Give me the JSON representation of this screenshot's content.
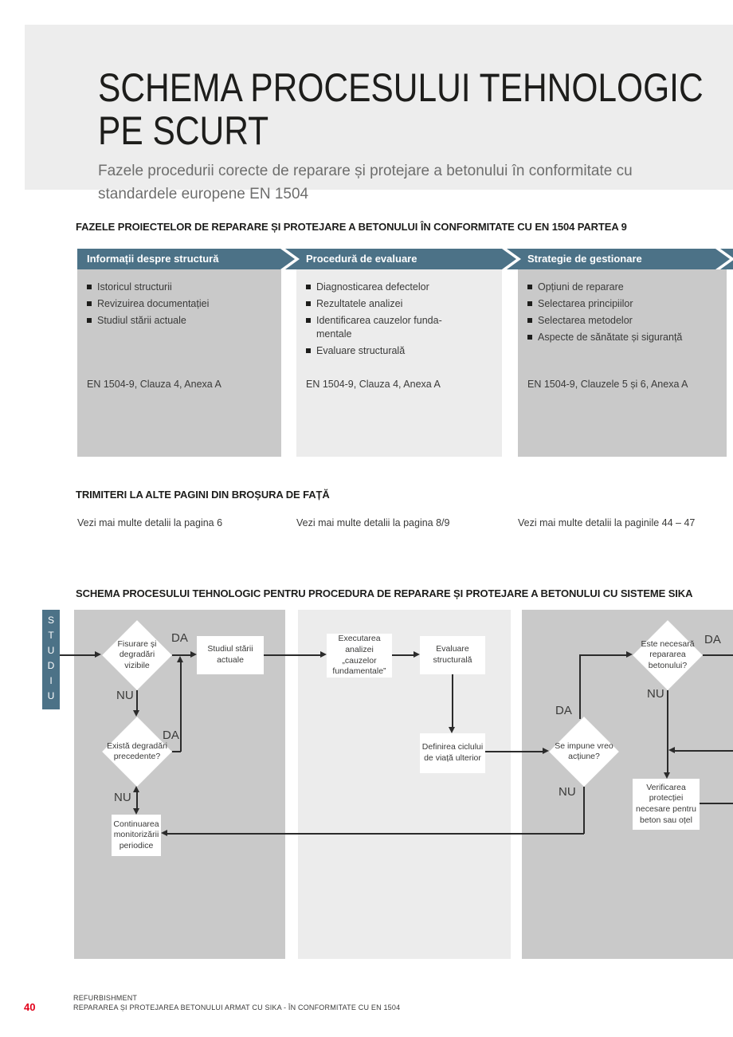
{
  "header": {
    "title_line1": "SCHEMA PROCESULUI TEHNOLOGIC",
    "title_line2": "PE SCURT",
    "subtitle": "Fazele procedurii corecte de reparare și protejare a betonului în conformitate cu standardele europene EN 1504"
  },
  "phases_section": {
    "heading": "FAZELE PROIECTELOR DE REPARARE ȘI PROTEJARE A BETONULUI ÎN CONFORMITATE CU EN 1504 PARTEA 9",
    "columns": [
      {
        "header": "Informații despre structură",
        "items": [
          "Istoricul structurii",
          "Revizuirea documentației",
          "Studiul stării actuale"
        ],
        "reference": "EN 1504-9, Clauza 4, Anexa A"
      },
      {
        "header": "Procedură de evaluare",
        "items": [
          "Diagnosticarea defectelor",
          "Rezultatele analizei",
          "Identificarea cauzelor funda-\nmentale",
          "Evaluare structurală"
        ],
        "reference": "EN 1504-9, Clauza 4, Anexa A"
      },
      {
        "header": "Strategie de gestionare",
        "items": [
          "Opțiuni de reparare",
          "Selectarea principiilor",
          "Selectarea metodelor",
          "Aspecte de sănătate și siguranță"
        ],
        "reference": "EN 1504-9, Clauzele 5 și 6, Anexa A"
      }
    ]
  },
  "references_section": {
    "heading": "TRIMITERI LA ALTE PAGINI DIN BROȘURA DE FAȚĂ",
    "links": [
      "Vezi mai multe detalii la pagina 6",
      "Vezi mai multe detalii la pagina 8/9",
      "Vezi mai multe detalii la paginile 44 – 47"
    ]
  },
  "flowchart_section": {
    "heading": "SCHEMA PROCESULUI TEHNOLOGIC PENTRU PROCEDURA DE REPARARE ȘI PROTEJARE A BETONULUI CU SISTEME SIKA",
    "side_label": "STUDIU",
    "nodes": {
      "d1": "Fisurare și degradări vizibile",
      "b1": "Studiul stării actuale",
      "b2": "Executarea analizei „cauzelor fundamentale”",
      "b3": "Evaluare structurală",
      "b4": "Definirea ciclului de viață ulterior",
      "d2": "Există degradări precedente?",
      "b5": "Continuarea monitorizării periodice",
      "d3": "Se impune vreo acțiune?",
      "d4": "Este necesară repararea betonului?",
      "b6": "Verificarea protecției necesare pentru beton sau oțel"
    },
    "labels": {
      "yes": "DA",
      "no": "NU"
    }
  },
  "footer": {
    "page_number": "40",
    "line1": "REFURBISHMENT",
    "line2": "REPARAREA ȘI PROTEJAREA BETONULUI ARMAT CU SIKA - ÎN CONFORMITATE CU EN 1504"
  },
  "colors": {
    "accent_blue": "#4c7287",
    "column_dark": "#c9c9c9",
    "column_light": "#ececec",
    "header_band": "#ededed",
    "accent_red": "#e2001a"
  }
}
